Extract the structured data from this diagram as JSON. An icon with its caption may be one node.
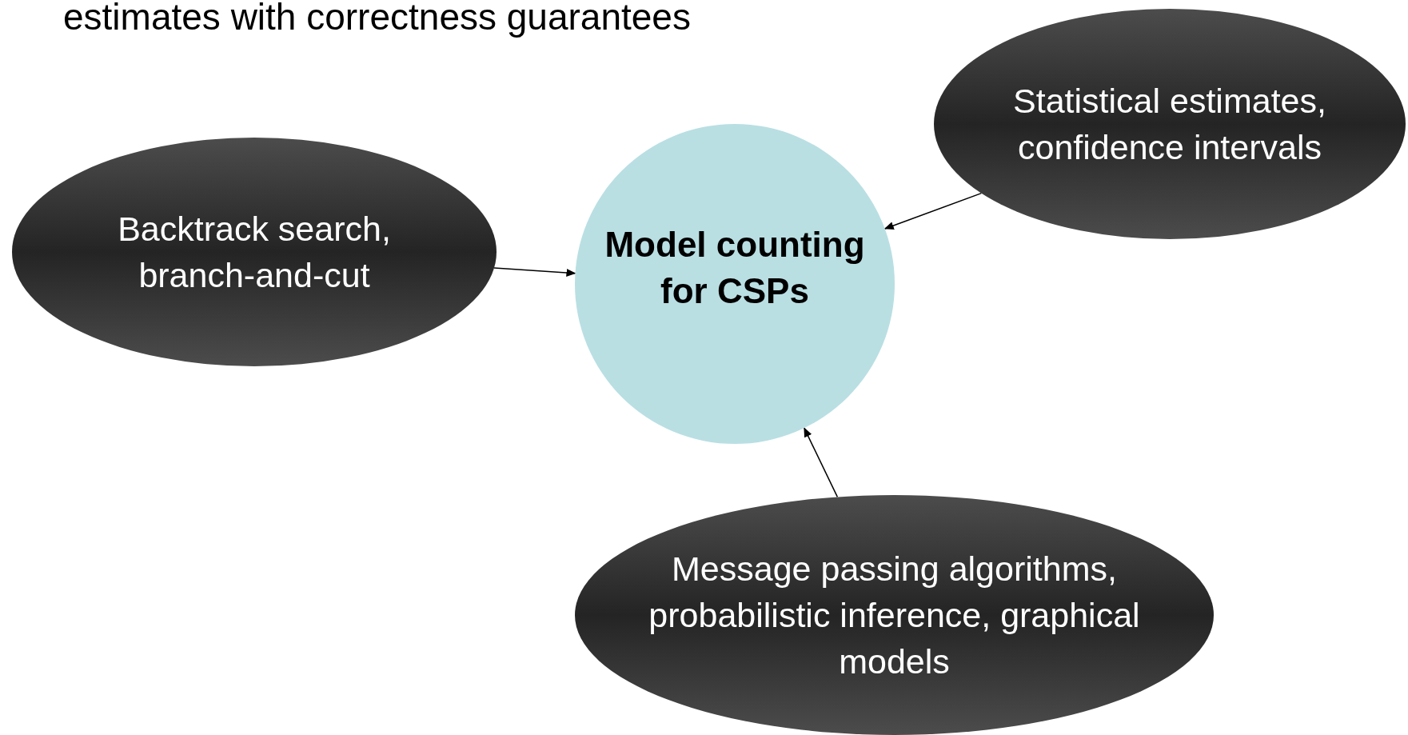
{
  "diagram": {
    "title": "estimates with correctness guarantees",
    "nodes": [
      {
        "text": [
          "Backtrack search, branch-and-cut"
        ]
      },
      {
        "text": [
          "Model counting for CSPs"
        ]
      },
      {
        "text": [
          "Statistical estimates, confidence intervals"
        ]
      },
      {
        "text": [
          "Message passing algorithms, probabilistic inference, graphical models"
        ]
      }
    ],
    "edges": [
      {
        "from": 0,
        "to": 1,
        "arrow": "to"
      },
      {
        "from": 2,
        "to": 1,
        "arrow": "to"
      },
      {
        "from": 3,
        "to": 1,
        "arrow": "to"
      }
    ]
  }
}
